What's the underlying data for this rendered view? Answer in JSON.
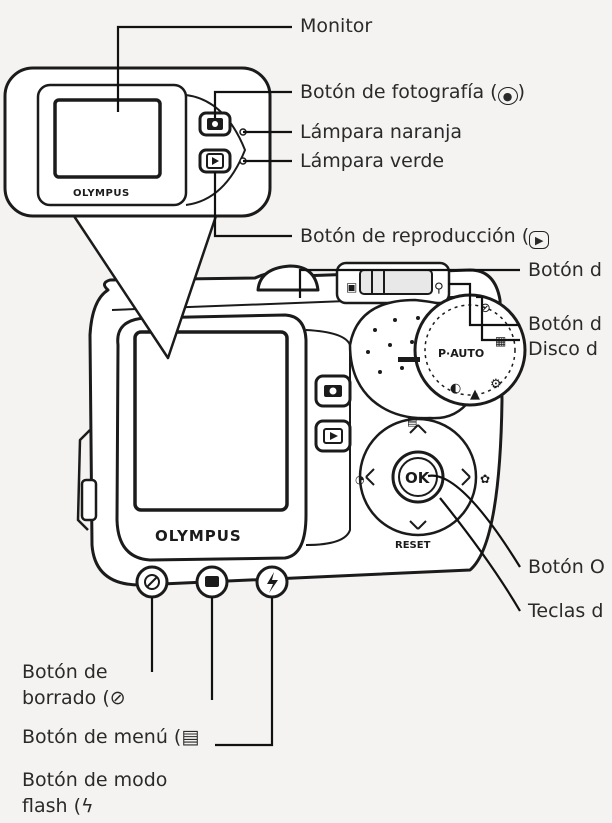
{
  "brand": "OLYMPUS",
  "camera_marks": {
    "ok": "OK",
    "reset": "RESET",
    "auto": "P·AUTO"
  },
  "labels": {
    "monitor": "Monitor",
    "photo_button": "Botón de fotografía (",
    "photo_button_glyph": "●",
    "photo_button_end": ")",
    "orange_lamp": "Lámpara naranja",
    "green_lamp": "Lámpara verde",
    "playback_button": "Botón de reproducción (",
    "playback_button_glyph": "▶",
    "shutter_button": "Botón d",
    "zoom_button": "Botón d",
    "mode_dial": "Disco d",
    "ok_button": "Botón O",
    "arrow_keys": "Teclas d",
    "erase_button_l1": "Botón de",
    "erase_button_l2": "borrado (",
    "erase_button_glyph": "⊘",
    "menu_button": "Botón de menú (",
    "menu_button_glyph": "▤",
    "flash_button_l1": "Botón de modo",
    "flash_button_l2": "flash (",
    "flash_button_glyph": "ϟ"
  },
  "colors": {
    "ink": "#1b1b1b",
    "paper": "#f4f3f1",
    "body_fill": "#ffffff"
  }
}
